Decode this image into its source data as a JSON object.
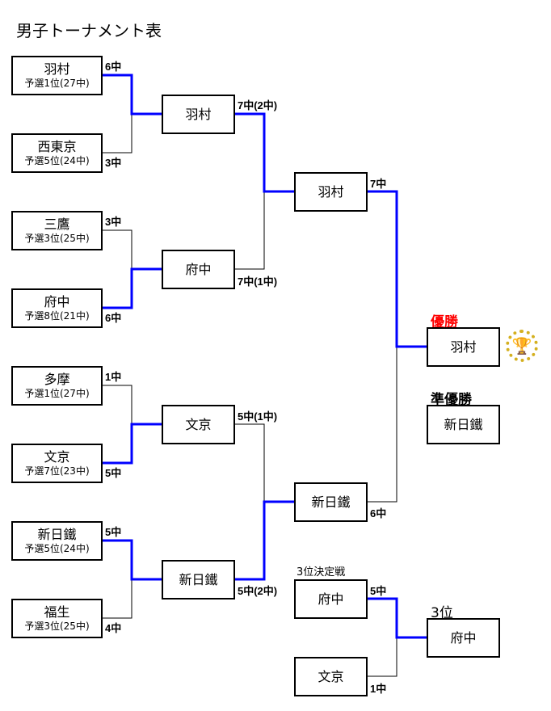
{
  "title": "男子トーナメント表",
  "round1": [
    {
      "name": "羽村",
      "seed": "予選1位(27中)",
      "score": "6中"
    },
    {
      "name": "西東京",
      "seed": "予選5位(24中)",
      "score": "3中"
    },
    {
      "name": "三鷹",
      "seed": "予選3位(25中)",
      "score": "3中"
    },
    {
      "name": "府中",
      "seed": "予選8位(21中)",
      "score": "6中"
    },
    {
      "name": "多摩",
      "seed": "予選1位(27中)",
      "score": "1中"
    },
    {
      "name": "文京",
      "seed": "予選7位(23中)",
      "score": "5中"
    },
    {
      "name": "新日鐵",
      "seed": "予選5位(24中)",
      "score": "5中"
    },
    {
      "name": "福生",
      "seed": "予選3位(25中)",
      "score": "4中"
    }
  ],
  "round2": [
    {
      "name": "羽村",
      "score": "7中(2中)"
    },
    {
      "name": "府中",
      "score": "7中(1中)"
    },
    {
      "name": "文京",
      "score": "5中(1中)"
    },
    {
      "name": "新日鐵",
      "score": "5中(2中)"
    }
  ],
  "round3": [
    {
      "name": "羽村",
      "score": "7中"
    },
    {
      "name": "新日鐵",
      "score": "6中"
    }
  ],
  "champion": {
    "label": "優勝",
    "name": "羽村",
    "icon": "trophy-icon"
  },
  "runner_up": {
    "label": "準優勝",
    "name": "新日鐵"
  },
  "third_place_match": {
    "label": "3位決定戦",
    "teams": [
      {
        "name": "府中",
        "score": "5中"
      },
      {
        "name": "文京",
        "score": "1中"
      }
    ],
    "result_label": "3位",
    "result_name": "府中"
  },
  "colors": {
    "winner_line": "#0000ff",
    "champion_label": "#ff0000"
  }
}
